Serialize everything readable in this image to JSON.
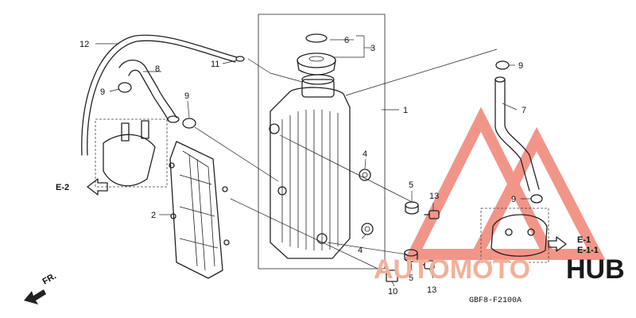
{
  "diagram": {
    "drawing_code": "GBF8-F2100A",
    "direction_label": "FR.",
    "ref_labels": [
      "E-2",
      "E-1",
      "E-1-1"
    ],
    "callouts": [
      {
        "id": "c1",
        "text": "1"
      },
      {
        "id": "c2",
        "text": "2"
      },
      {
        "id": "c3",
        "text": "3"
      },
      {
        "id": "c4a",
        "text": "4"
      },
      {
        "id": "c4b",
        "text": "4"
      },
      {
        "id": "c5a",
        "text": "5"
      },
      {
        "id": "c5b",
        "text": "5"
      },
      {
        "id": "c6",
        "text": "6"
      },
      {
        "id": "c7",
        "text": "7"
      },
      {
        "id": "c8",
        "text": "8"
      },
      {
        "id": "c9a",
        "text": "9"
      },
      {
        "id": "c9b",
        "text": "9"
      },
      {
        "id": "c9c",
        "text": "9"
      },
      {
        "id": "c9d",
        "text": "9"
      },
      {
        "id": "c10",
        "text": "10"
      },
      {
        "id": "c11",
        "text": "11"
      },
      {
        "id": "c12",
        "text": "12"
      },
      {
        "id": "c13a",
        "text": "13"
      },
      {
        "id": "c13b",
        "text": "13"
      }
    ]
  },
  "watermark": {
    "brand_left": "AUTOMOTO",
    "brand_right": "HUB",
    "color": "#e8402a"
  }
}
